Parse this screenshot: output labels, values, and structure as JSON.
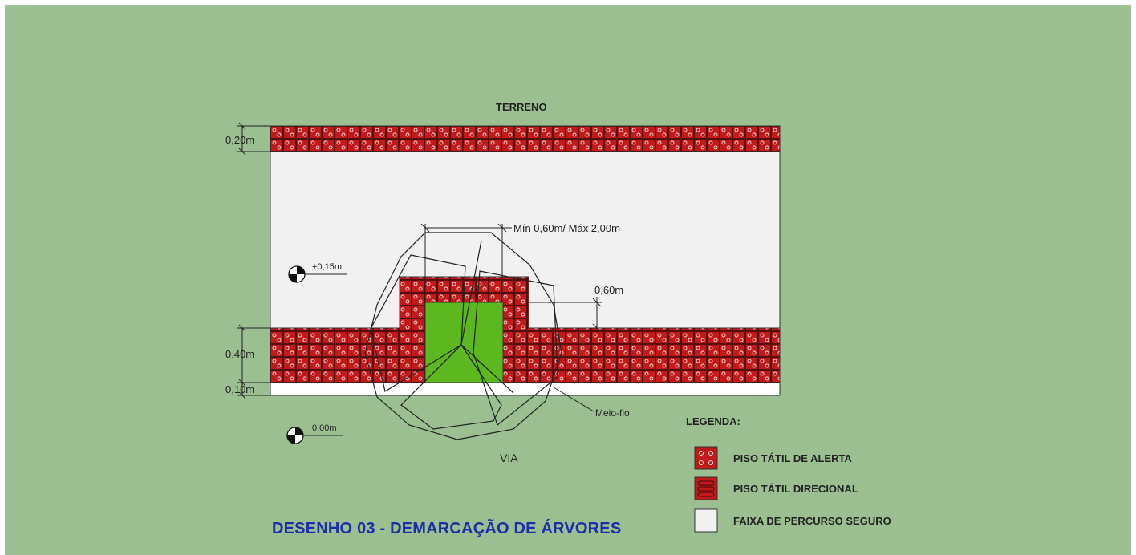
{
  "labels": {
    "top": "TERRENO",
    "bottom": "VIA",
    "curb": "Meio-fio"
  },
  "dimensions": {
    "top_band": "0,20m",
    "bottom_band": "0,40m",
    "curb_band": "0,10m",
    "tree_pit": "Mín 0,60m/ Máx 2,00m",
    "pit_margin": "0,60m"
  },
  "levels": {
    "sidewalk": "+0,15m",
    "street": "0,00m"
  },
  "legend": {
    "title": "LEGENDA:",
    "items": [
      {
        "label": "PISO TÁTIL DE ALERTA",
        "type": "alert"
      },
      {
        "label": "PISO TÁTIL DIRECIONAL",
        "type": "directional"
      },
      {
        "label": "FAIXA DE PERCURSO SEGURO",
        "type": "safe"
      }
    ]
  },
  "title": "DESENHO 03 - DEMARCAÇÃO DE ÁRVORES",
  "colors": {
    "background": "#9bbf90",
    "sidewalk": "#f1f1f1",
    "tactile": "#c21a1a",
    "tree_pit": "#5cb81e",
    "title": "#1a2fa8"
  }
}
